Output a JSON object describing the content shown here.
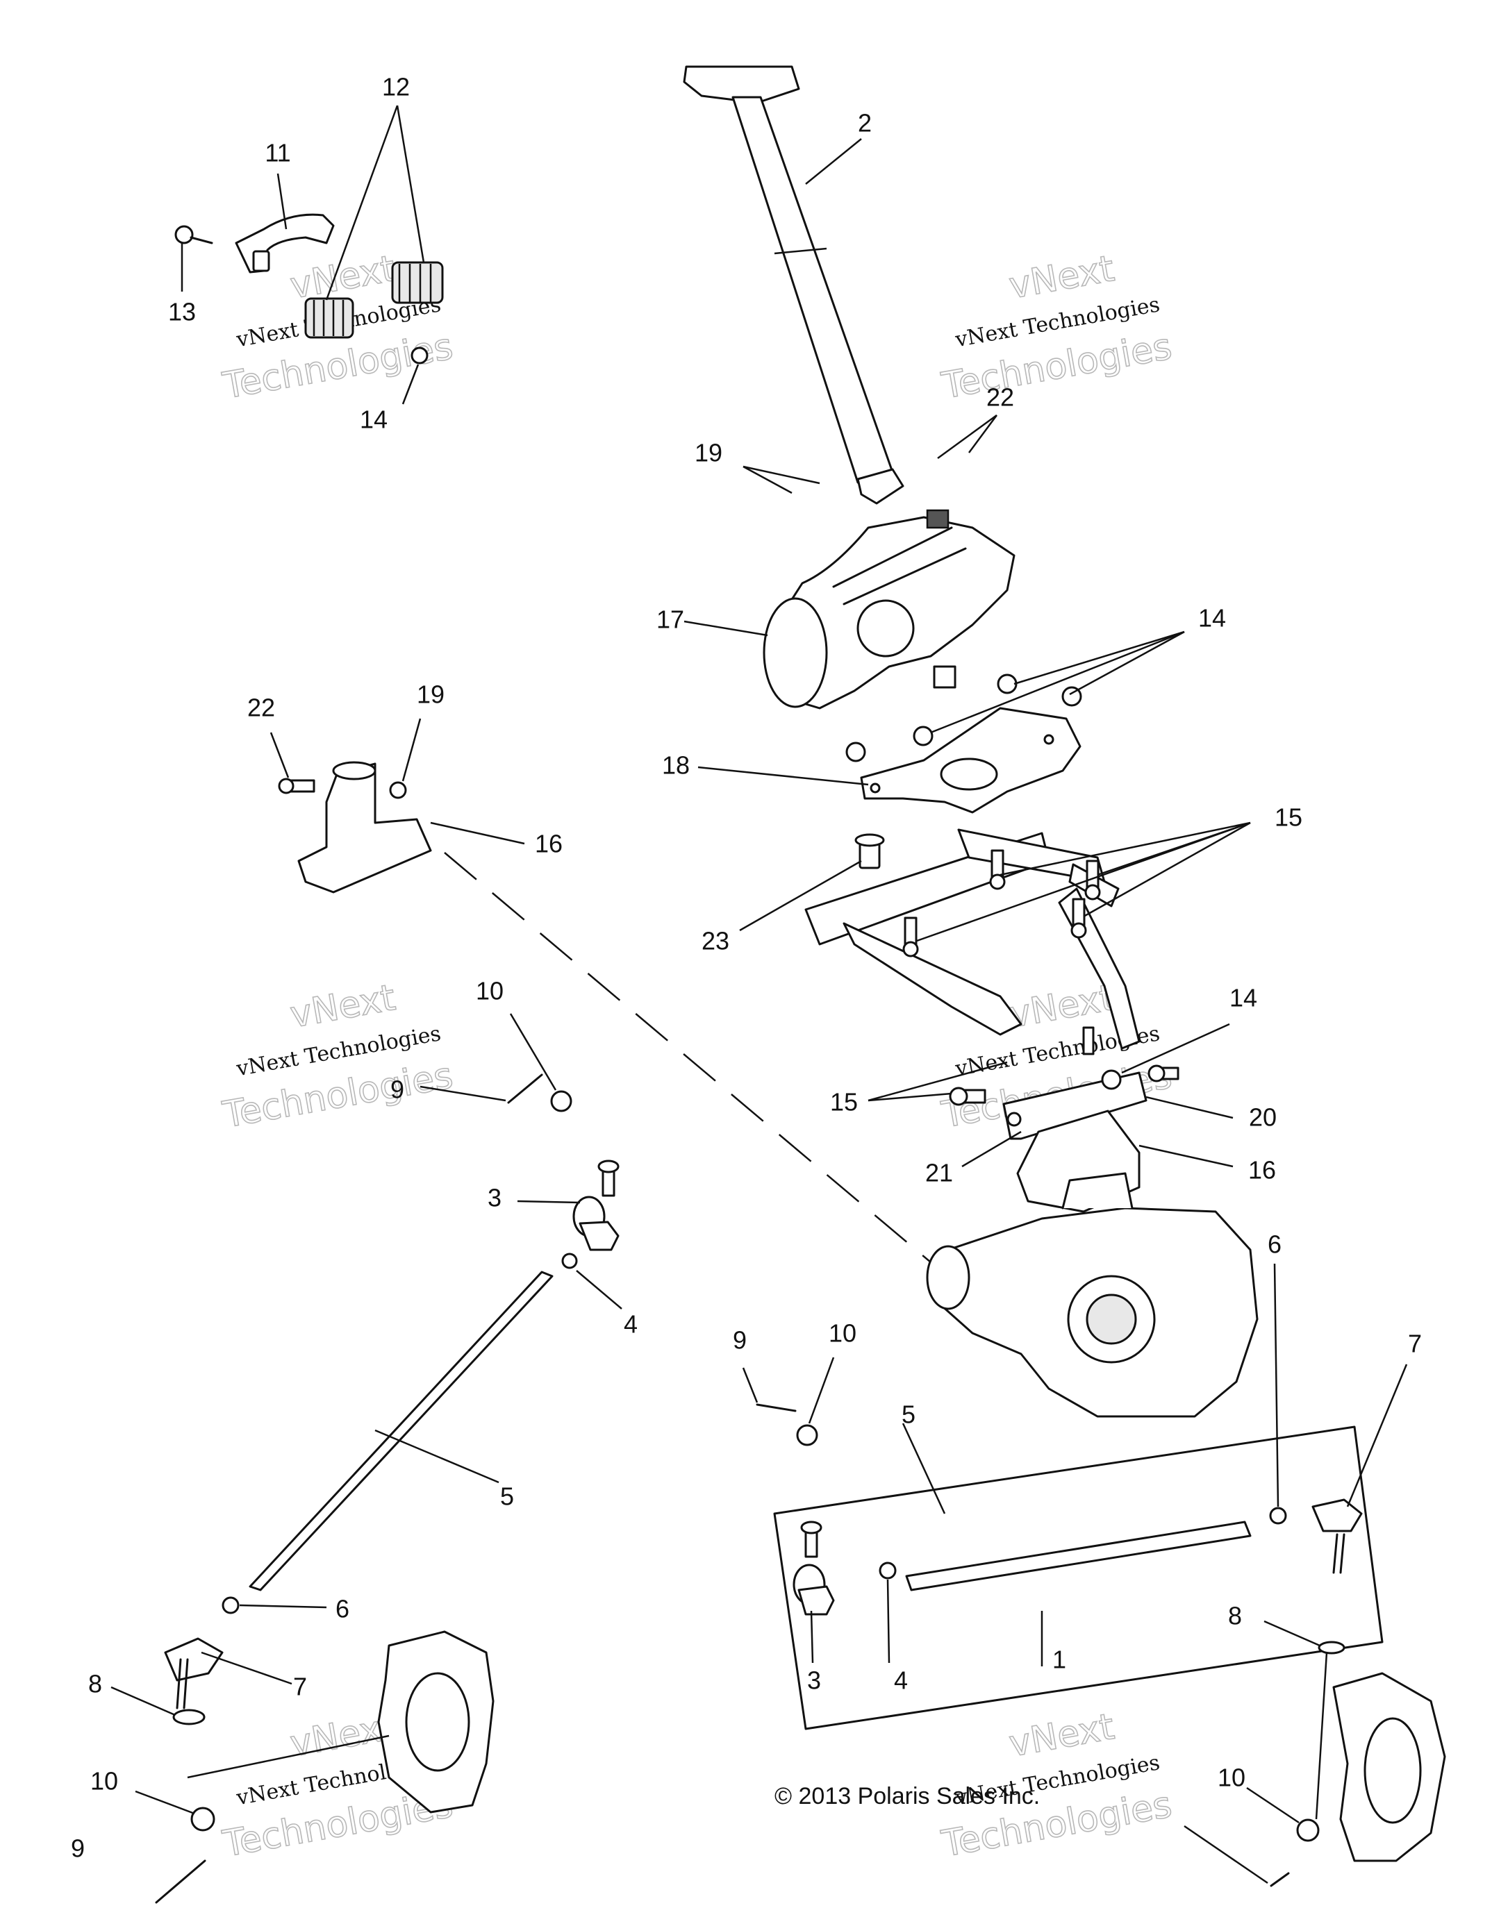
{
  "diagram": {
    "callouts": {
      "c1": "1",
      "c2": "2",
      "c3a": "3",
      "c3b": "3",
      "c4a": "4",
      "c4b": "4",
      "c5a": "5",
      "c5b": "5",
      "c6a": "6",
      "c6b": "6",
      "c7a": "7",
      "c7b": "7",
      "c8a": "8",
      "c8b": "8",
      "c9a": "9",
      "c9b": "9",
      "c9c": "9",
      "c10a": "10",
      "c10b": "10",
      "c10c": "10",
      "c10d": "10",
      "c11": "11",
      "c12": "12",
      "c13": "13",
      "c14a": "14",
      "c14b": "14",
      "c14c": "14",
      "c15a": "15",
      "c15b": "15",
      "c16a": "16",
      "c16b": "16",
      "c17": "17",
      "c18": "18",
      "c19a": "19",
      "c19b": "19",
      "c20": "20",
      "c21": "21",
      "c22a": "22",
      "c22b": "22",
      "c23": "23"
    },
    "copyright": "© 2013 Polaris Sales Inc.",
    "watermark": {
      "line1": "vNext",
      "line2": "vNext Technologies",
      "line3": "Technologies"
    }
  }
}
